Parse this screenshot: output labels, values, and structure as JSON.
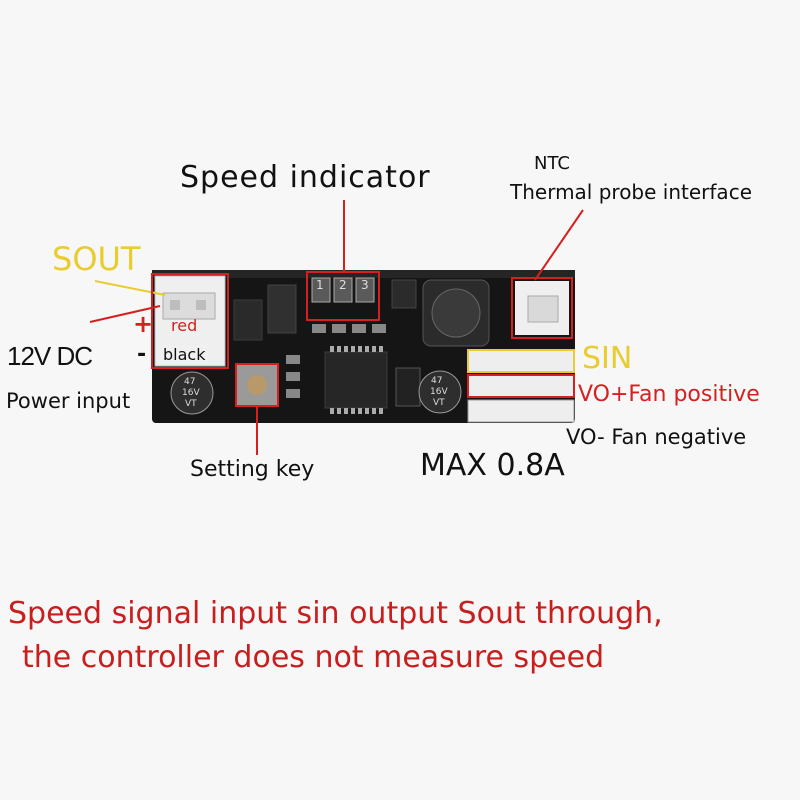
{
  "labels": {
    "speed_indicator": "Speed indicator",
    "ntc": "NTC",
    "thermal_probe": "Thermal probe interface",
    "sout": "SOUT",
    "plus": "+",
    "red": "red",
    "minus": "-",
    "black": "black",
    "power_v": "12V DC",
    "power_input": "Power input",
    "sin": "SIN",
    "vo_plus": "VO+Fan positive",
    "vo_minus": "VO- Fan negative",
    "setting_key": "Setting key",
    "max_current": "MAX 0.8A",
    "led_1": "1",
    "led_2": "2",
    "led_3": "3",
    "cap_left_1": "47",
    "cap_left_2": "16V",
    "cap_left_3": "VT",
    "cap_right_1": "47",
    "cap_right_2": "16V",
    "cap_right_3": "VT"
  },
  "caption": {
    "line1": "Speed signal input sin output Sout through,",
    "line2": "the controller does not measure speed"
  },
  "colors": {
    "callout_red": "#d42020",
    "callout_yellow": "#e8cc30",
    "caption_red": "#c81e1e",
    "board": "#151515"
  }
}
